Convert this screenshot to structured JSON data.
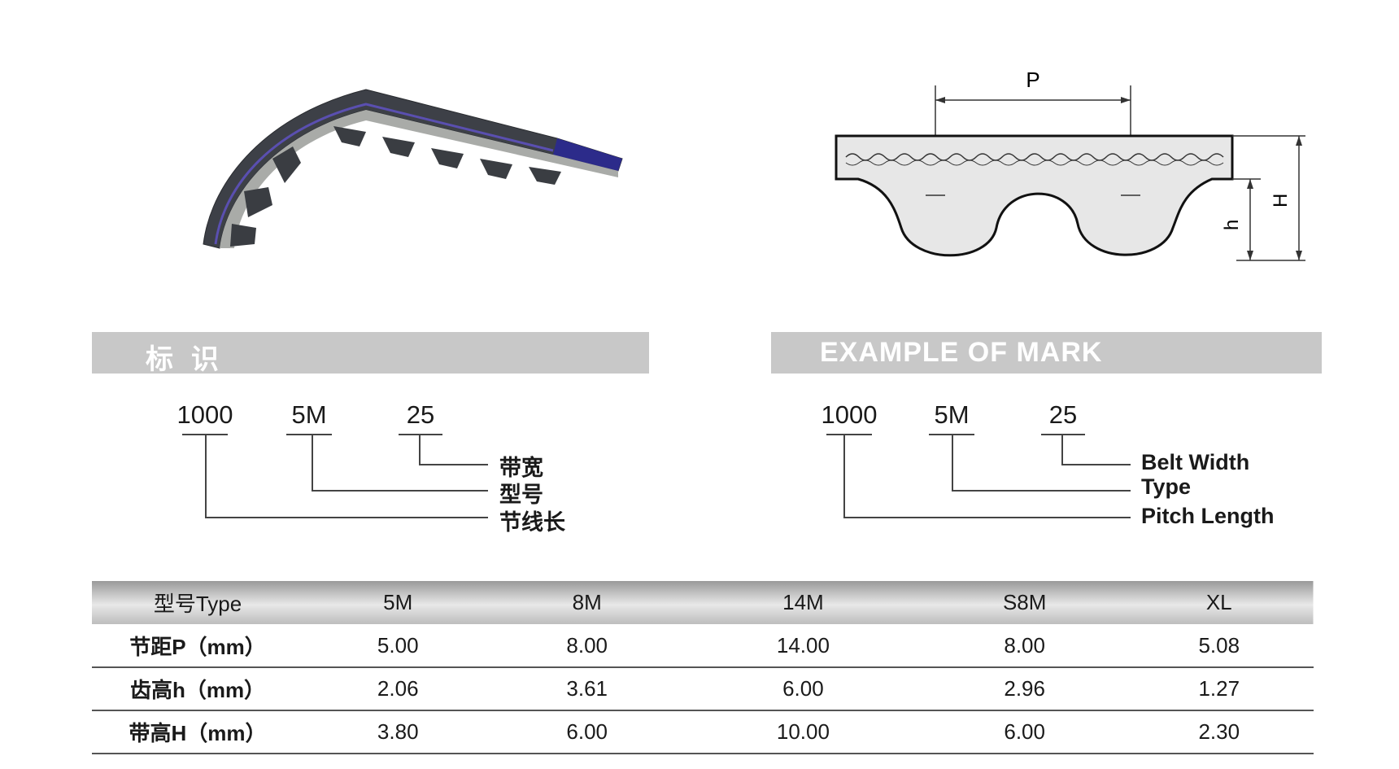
{
  "left_section": {
    "title": "标  识",
    "numbers": [
      "1000",
      "5M",
      "25"
    ],
    "labels": [
      "带宽",
      "型号",
      "节线长"
    ]
  },
  "right_section": {
    "title": "EXAMPLE OF MARK",
    "numbers": [
      "1000",
      "5M",
      "25"
    ],
    "labels": [
      "Belt Width",
      "Type",
      "Pitch Length"
    ]
  },
  "diagram": {
    "pitch_label": "P",
    "tooth_height_label": "h",
    "belt_height_label": "H"
  },
  "spec_table": {
    "header": [
      "型号Type",
      "5M",
      "8M",
      "14M",
      "S8M",
      "XL"
    ],
    "rows": [
      [
        "节距P（mm）",
        "5.00",
        "8.00",
        "14.00",
        "8.00",
        "5.08"
      ],
      [
        "齿高h（mm）",
        "2.06",
        "3.61",
        "6.00",
        "2.96",
        "1.27"
      ],
      [
        "带高H（mm）",
        "3.80",
        "6.00",
        "10.00",
        "6.00",
        "2.30"
      ]
    ]
  }
}
